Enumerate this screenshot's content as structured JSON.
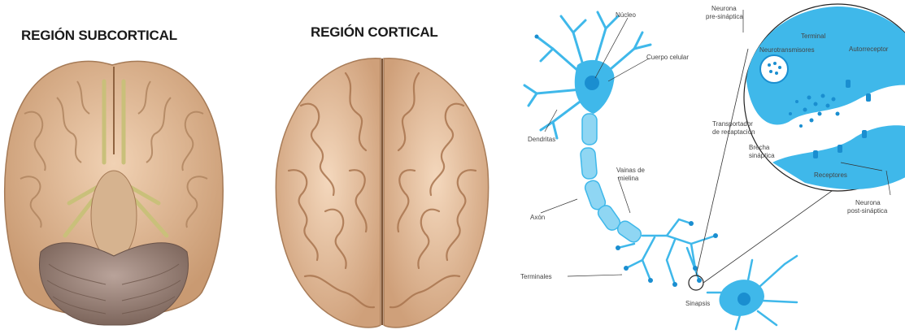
{
  "titles": {
    "subcortical": "REGIÓN SUBCORTICAL",
    "cortical": "REGIÓN CORTICAL"
  },
  "neuron_labels": {
    "nucleo": "Núcleo",
    "cuerpo_celular": "Cuerpo celular",
    "dendritas": "Dendritas",
    "vainas_1": "Vainas de",
    "vainas_2": "mielina",
    "axon": "Axón",
    "terminales": "Terminales",
    "sinapsis": "Sinapsis"
  },
  "synapse_labels": {
    "pre_1": "Neurona",
    "pre_2": "pre-sináptica",
    "terminal": "Terminal",
    "neurotransmisores": "Neurotransmisores",
    "autorreceptor": "Autorreceptor",
    "transportadores_1": "Transportador",
    "transportadores_2": "de recaptación",
    "brecha_1": "Brecha",
    "brecha_2": "sináptica",
    "receptores": "Receptores",
    "post_1": "Neurona",
    "post_2": "post-sináptica"
  },
  "colors": {
    "neuron": "#3fb8ea",
    "neuron_light": "#8fd6f3",
    "nucleus": "#1a8ed0",
    "brain": "#e7c2a0",
    "brain_shadow": "#b98863",
    "cerebellum": "#9a8378",
    "nerves": "#c9c07a"
  }
}
